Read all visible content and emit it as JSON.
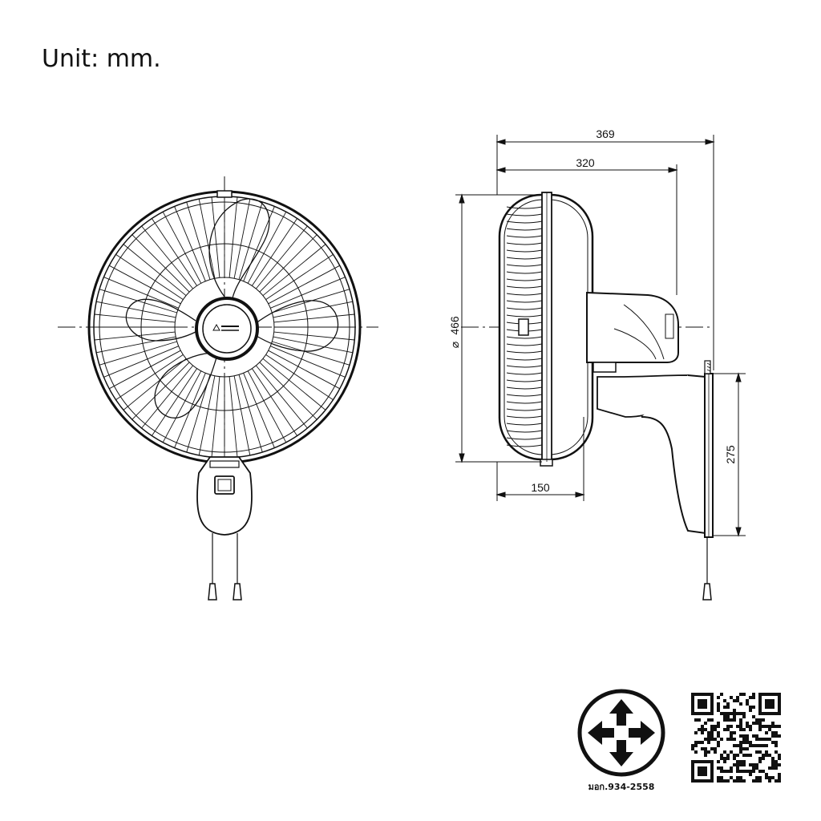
{
  "unit_label": "Unit: mm.",
  "dimensions": {
    "overall_depth": "369",
    "body_depth": "320",
    "diameter": "466",
    "diameter_symbol": "⌀",
    "guard_depth": "150",
    "bracket_height": "275"
  },
  "certification": {
    "standard_text": "มอก.934-2558",
    "mark_icon": "tis-certification-mark",
    "qr_icon": "qr-code"
  }
}
